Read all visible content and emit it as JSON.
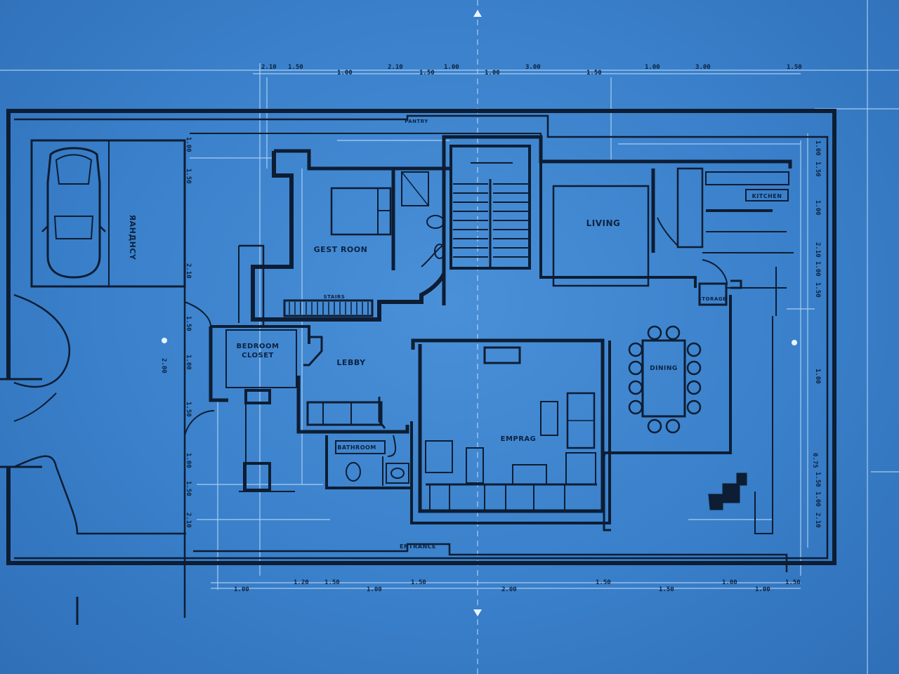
{
  "labels": {
    "garage": "ЯAHДHCY",
    "guest_room": "GEST ROON",
    "living": "LIVING",
    "bedroom": "BEDROOM",
    "closet": "CLOSET",
    "lobby": "LEBBY",
    "dining": "EMPRAG",
    "dining_table": "DINING",
    "kitchen_label": "KITCHEN",
    "bath": "BATHROOM",
    "stair_note": "STAIRS",
    "storage": "STORAGE",
    "pantry": "PANTRY",
    "porch": "ENTRANCE"
  },
  "dimensions": {
    "top": [
      "2.10",
      "1.50",
      "1.00",
      "2.10",
      "1.50",
      "1.00",
      "1.00",
      "3.00",
      "1.50",
      "1.00",
      "3.00",
      "1.50"
    ],
    "bottom": [
      "1.00",
      "1.20",
      "1.50",
      "1.00",
      "1.50",
      "2.00",
      "1.50",
      "1.50",
      "1.00",
      "1.00",
      "1.50"
    ],
    "left": [
      "1.00",
      "1.50",
      "2.10",
      "1.50",
      "1.00",
      "2.00",
      "1.50",
      "1.00",
      "1.50",
      "2.10"
    ],
    "right": [
      "1.00",
      "1.50",
      "1.00",
      "2.10",
      "1.00",
      "1.50",
      "1.00",
      "0.75",
      "1.50",
      "1.00",
      "2.10"
    ]
  },
  "colors": {
    "paper": "#3a80ca",
    "ink": "#0d1d33",
    "guide": "#cfe6ff"
  }
}
